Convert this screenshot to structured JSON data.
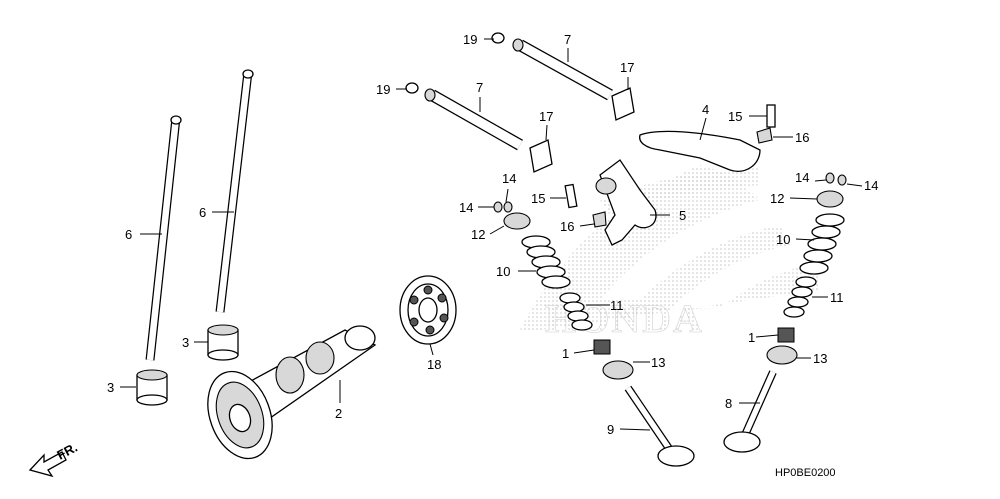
{
  "diagram": {
    "callouts": {
      "c1a": "1",
      "c1b": "1",
      "c2": "2",
      "c3a": "3",
      "c3b": "3",
      "c4": "4",
      "c5": "5",
      "c6a": "6",
      "c6b": "6",
      "c7a": "7",
      "c7b": "7",
      "c8": "8",
      "c9": "9",
      "c10a": "10",
      "c10b": "10",
      "c11a": "11",
      "c11b": "11",
      "c12a": "12",
      "c12b": "12",
      "c13a": "13",
      "c13b": "13",
      "c14a": "14",
      "c14b": "14",
      "c14c": "14",
      "c14d": "14",
      "c15a": "15",
      "c15b": "15",
      "c16a": "16",
      "c16b": "16",
      "c17a": "17",
      "c17b": "17",
      "c18": "18",
      "c19a": "19",
      "c19b": "19"
    },
    "front_indicator": "FR.",
    "drawing_code": "HP0BE0200",
    "watermark_logo_text": "HONDA"
  }
}
